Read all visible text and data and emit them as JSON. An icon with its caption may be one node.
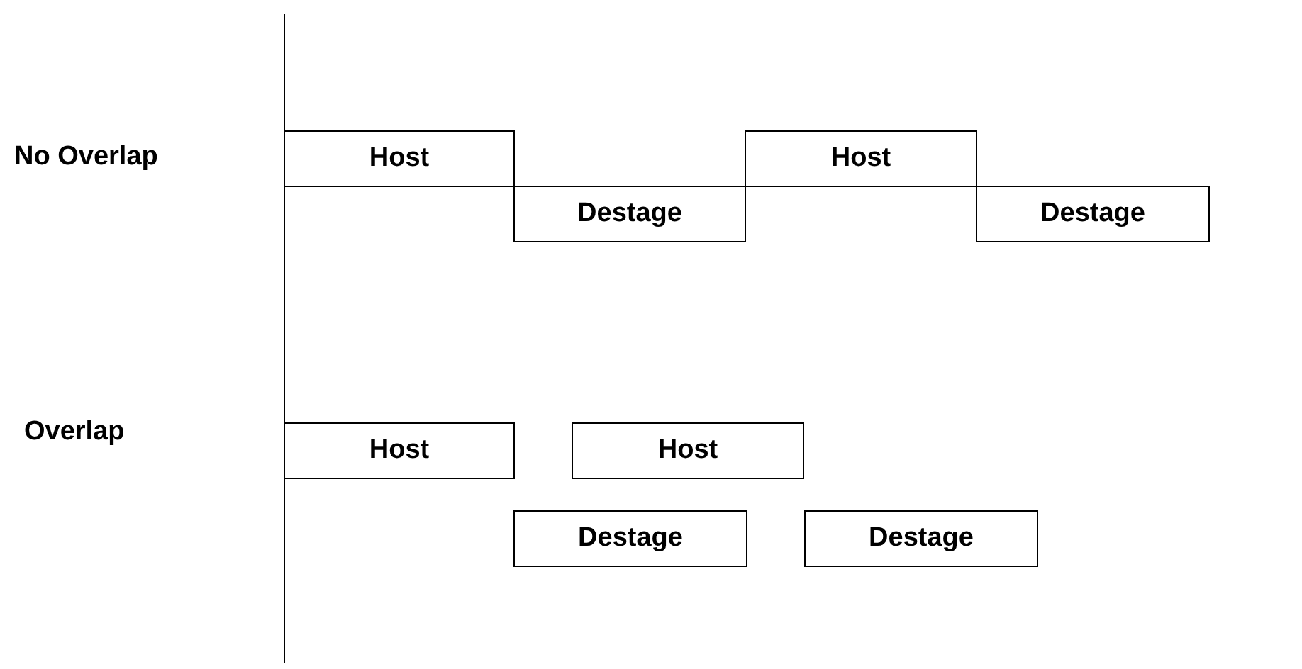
{
  "diagram": {
    "nodes": [
      {
        "text": [
          "Host"
        ]
      },
      {
        "text": [
          "Destage"
        ]
      },
      {
        "text": [
          "Host"
        ]
      },
      {
        "text": [
          "Destage"
        ]
      },
      {
        "text": [
          "Host"
        ]
      },
      {
        "text": [
          "Host"
        ]
      },
      {
        "text": [
          "Destage"
        ]
      },
      {
        "text": [
          "Destage"
        ]
      }
    ],
    "labels": [
      "No Overlap",
      "Overlap"
    ]
  }
}
